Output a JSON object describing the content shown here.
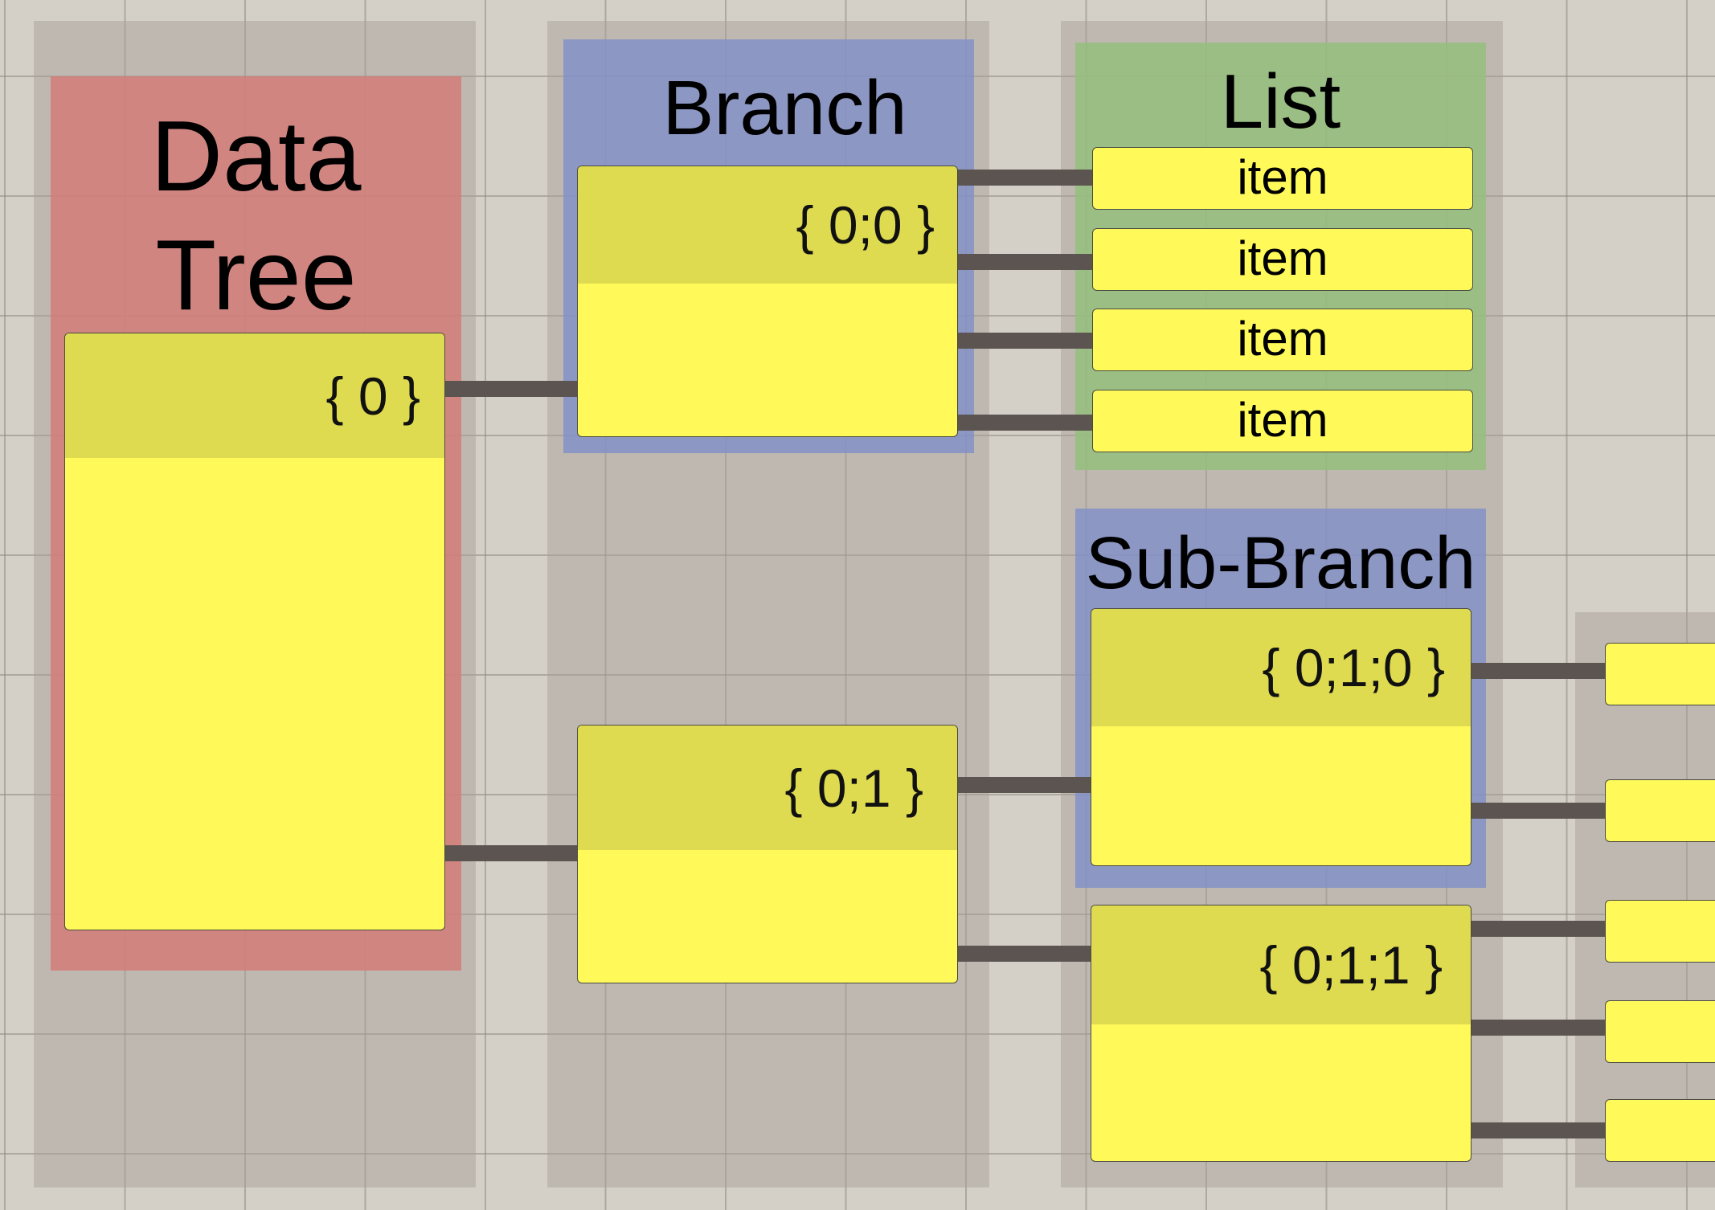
{
  "groups": {
    "data_tree": "Data\nTree",
    "branch": "Branch",
    "list": "List",
    "sub_branch": "Sub-Branch"
  },
  "paths": {
    "root": "{ 0 }",
    "branch_00": "{ 0;0 }",
    "branch_01": "{ 0;1 }",
    "branch_010": "{ 0;1;0 }",
    "branch_011": "{ 0;1;1 }"
  },
  "list_items": [
    "item",
    "item",
    "item",
    "item"
  ],
  "colors": {
    "data_tree_group": "#cf8a85",
    "branch_group": "#8f9cc7",
    "list_group": "#9cbd85",
    "param_body": "#fffa5a",
    "param_header": "#dedb50",
    "wire": "#5c5450"
  }
}
